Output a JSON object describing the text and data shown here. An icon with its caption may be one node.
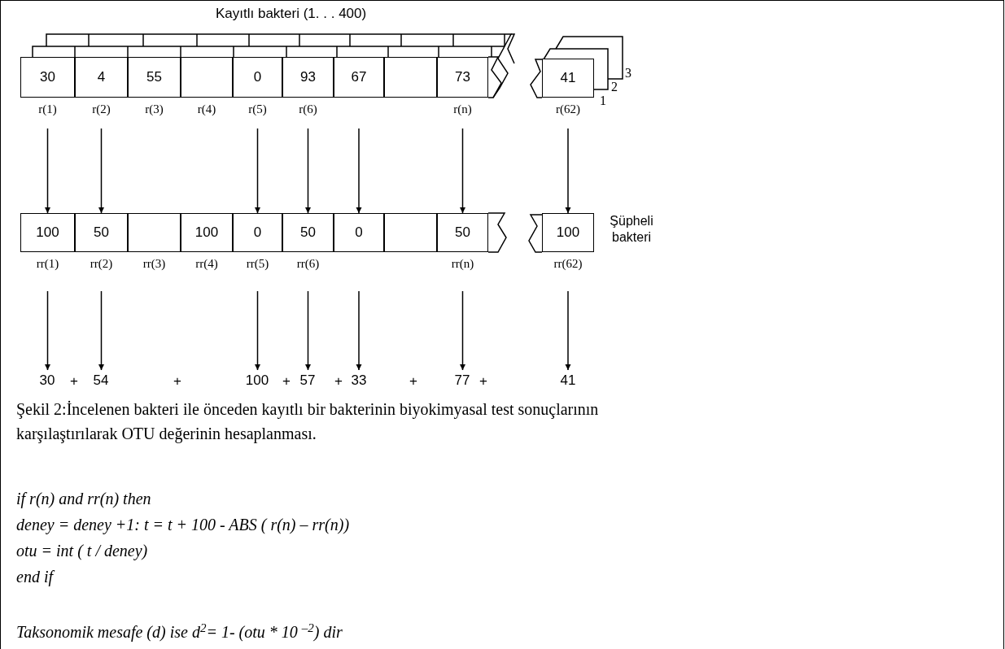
{
  "diagram": {
    "caption": "Şekil 2:İncelenen bakteri ile önceden kayıtlı bir bakterinin biyokimyasal test sonuçlarının karşılaştırılarak OTU değerinin hesaplanması.",
    "nodes": [
      {
        "text": [
          "30"
        ],
        "beside": [
          "r(1)"
        ]
      },
      {
        "text": [
          "4"
        ],
        "beside": [
          "r(2)"
        ]
      },
      {
        "text": [
          "55"
        ],
        "beside": [
          "r(3)"
        ]
      },
      {
        "text": [],
        "shape": "box",
        "beside": [
          "r(4)"
        ]
      },
      {
        "text": [
          "0"
        ],
        "beside": [
          "r(5)"
        ]
      },
      {
        "text": [
          "93"
        ],
        "beside": [
          "r(6)"
        ]
      },
      {
        "text": [
          "67"
        ]
      },
      {
        "text": [],
        "shape": "box"
      },
      {
        "text": [
          "73"
        ],
        "beside": [
          "r(n)"
        ]
      },
      {
        "text": [
          "41"
        ],
        "beside": [
          "r(62)"
        ]
      },
      {
        "text": [
          "100"
        ],
        "beside": [
          "rr(1)"
        ]
      },
      {
        "text": [
          "50"
        ],
        "beside": [
          "rr(2)"
        ]
      },
      {
        "text": [],
        "shape": "box",
        "beside": [
          "rr(3)"
        ]
      },
      {
        "text": [
          "100"
        ],
        "beside": [
          "rr(4)"
        ]
      },
      {
        "text": [
          "0"
        ],
        "beside": [
          "rr(5)"
        ]
      },
      {
        "text": [
          "50"
        ],
        "beside": [
          "rr(6)"
        ]
      },
      {
        "text": [
          "0"
        ]
      },
      {
        "text": [],
        "shape": "box"
      },
      {
        "text": [
          "50"
        ],
        "beside": [
          "rr(n)"
        ]
      },
      {
        "text": [
          "100"
        ],
        "beside": [
          "rr(62)"
        ]
      },
      {
        "text": [
          "30"
        ]
      },
      {
        "text": [
          "54"
        ]
      },
      {
        "text": [
          "100"
        ]
      },
      {
        "text": [
          "57"
        ]
      },
      {
        "text": [
          "33"
        ]
      },
      {
        "text": [
          "77"
        ]
      },
      {
        "text": [
          "41"
        ]
      }
    ],
    "edges": [
      {
        "from": 0,
        "to": 10,
        "arrow": "to"
      },
      {
        "from": 1,
        "to": 11,
        "arrow": "to"
      },
      {
        "from": 4,
        "to": 14,
        "arrow": "to"
      },
      {
        "from": 5,
        "to": 15,
        "arrow": "to"
      },
      {
        "from": 6,
        "to": 16,
        "arrow": "to"
      },
      {
        "from": 8,
        "to": 18,
        "arrow": "to"
      },
      {
        "from": 9,
        "to": 19,
        "arrow": "to"
      },
      {
        "from": 10,
        "to": 20,
        "arrow": "to"
      },
      {
        "from": 11,
        "to": 21,
        "arrow": "to"
      },
      {
        "from": 14,
        "to": 22,
        "arrow": "to"
      },
      {
        "from": 15,
        "to": 23,
        "arrow": "to"
      },
      {
        "from": 16,
        "to": 24,
        "arrow": "to"
      },
      {
        "from": 18,
        "to": 25,
        "arrow": "to"
      },
      {
        "from": 19,
        "to": 26,
        "arrow": "to"
      }
    ],
    "labels": [
      "Kayıtlı bakteri (1. . . 400)",
      "3",
      "2",
      "1",
      "Şüpheli bakteri",
      "+",
      "+",
      "+",
      "+",
      "+",
      "+",
      "if r(n) and rr(n) then",
      "deney = deney +1: t = t + 100 - ABS ( r(n) – rr(n))",
      "otu = int ( t / deney)",
      "end if",
      "Taksonomik mesafe (d) ise d$^{2}$= 1- (otu * 10 $^{–2}$) dir"
    ]
  }
}
